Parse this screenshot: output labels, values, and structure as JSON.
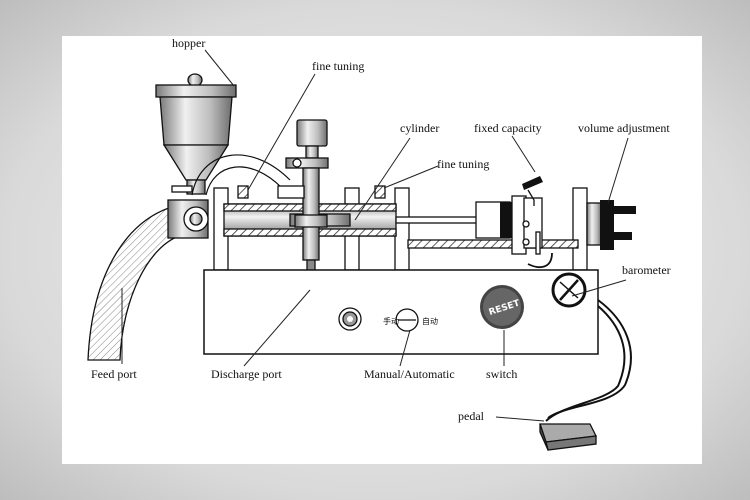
{
  "labels": {
    "hopper": "hopper",
    "fine_tuning_top": "fine tuning",
    "cylinder": "cylinder",
    "fixed_capacity": "fixed capacity",
    "volume_adjustment": "volume adjustment",
    "fine_tuning_right": "fine tuning",
    "barometer": "barometer",
    "feed_port": "Feed port",
    "discharge_port": "Discharge port",
    "manual_automatic": "Manual/Automatic",
    "switch": "switch",
    "pedal": "pedal",
    "reset_button": "RESET",
    "manual_char": "手动",
    "auto_char": "自动"
  }
}
